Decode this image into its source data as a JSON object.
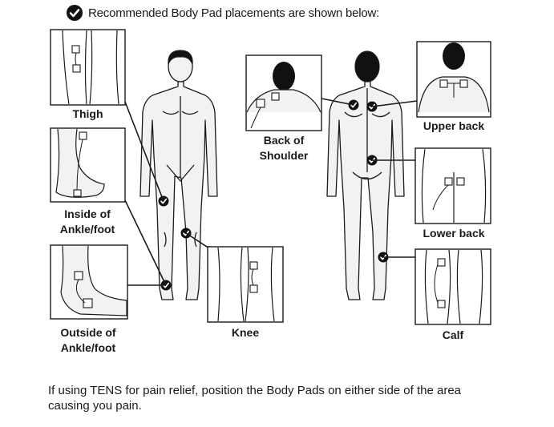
{
  "header": {
    "text": "Recommended Body Pad placements are shown below:",
    "icon": "check-circle-icon"
  },
  "labels": {
    "thigh": "Thigh",
    "inside_ankle_1": "Inside of",
    "inside_ankle_2": "Ankle/foot",
    "outside_ankle_1": "Outside of",
    "outside_ankle_2": "Ankle/foot",
    "knee": "Knee",
    "back_shoulder_1": "Back of",
    "back_shoulder_2": "Shoulder",
    "upper_back": "Upper back",
    "lower_back": "Lower back",
    "calf": "Calf"
  },
  "footer": {
    "line1": "If using TENS for pain relief, position the Body Pads on either side of the area",
    "line2": "causing you pain."
  },
  "colors": {
    "line": "#1a1a1a",
    "fill": "#f2f2f2",
    "hair": "#111111"
  }
}
